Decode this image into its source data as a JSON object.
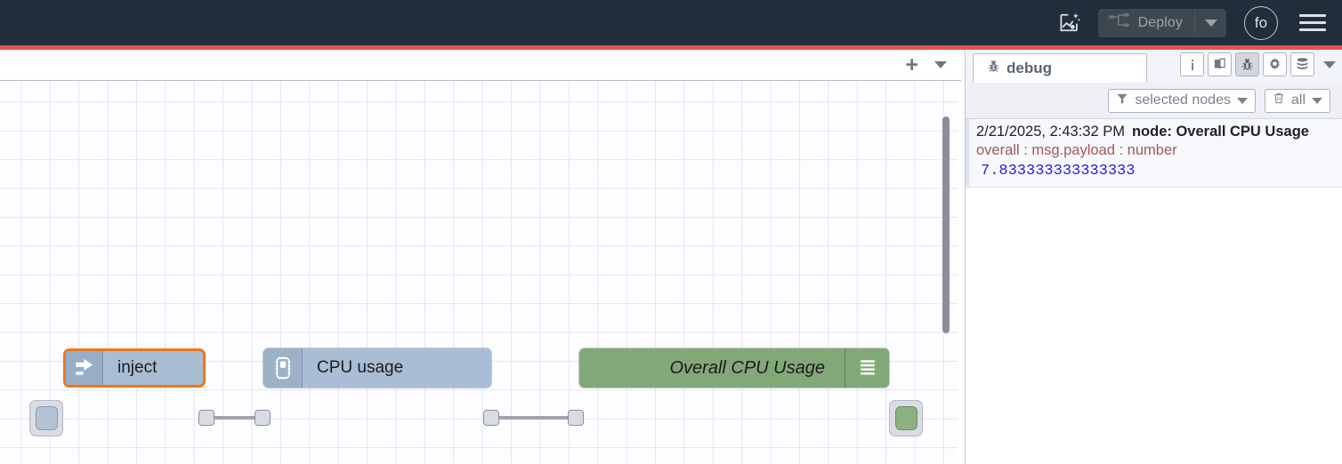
{
  "header": {
    "ai_icon": "ai-flow-sparkle-icon",
    "deploy_label": "Deploy",
    "deploy_icon": "deploy-nodes-icon",
    "avatar_initials": "fo",
    "menu_icon": "hamburger-menu-icon",
    "background_color": "#212D3B",
    "accent_bar_color": "#dd5454"
  },
  "workspace": {
    "tabbar": {
      "add_label": "+",
      "caret_icon": "chevron-down-icon"
    },
    "nodes": [
      {
        "id": "inject",
        "label": "inject",
        "icon": "inject-arrow-icon",
        "color": "#a9bdd4",
        "selected": true,
        "selection_color": "#ef7719",
        "has_button": true
      },
      {
        "id": "cpu",
        "label": "CPU usage",
        "icon": "cpu-chip-icon",
        "color": "#a9bdd4",
        "selected": false,
        "has_button": false
      },
      {
        "id": "debug",
        "label": "Overall CPU Usage",
        "icon": "debug-lines-icon",
        "color": "#83a878",
        "selected": false,
        "has_button": true,
        "button_active": true
      }
    ]
  },
  "sidebar": {
    "tab": {
      "label": "debug",
      "icon": "bug-icon"
    },
    "icon_buttons": [
      {
        "name": "info-icon",
        "glyph": "i",
        "active": false
      },
      {
        "name": "help-book-icon",
        "glyph": "book",
        "active": false
      },
      {
        "name": "debug-bug-icon",
        "glyph": "bug",
        "active": true
      },
      {
        "name": "config-gear-icon",
        "glyph": "gear",
        "active": false
      },
      {
        "name": "context-data-icon",
        "glyph": "stack",
        "active": false
      }
    ],
    "icons_caret": "chevron-down-icon",
    "filters": {
      "node_filter_label": "selected nodes",
      "node_filter_icon": "filter-funnel-icon",
      "clear_label": "all",
      "clear_icon": "trash-icon"
    },
    "messages": [
      {
        "timestamp": "2/21/2025, 2:43:32 PM",
        "node": "node: Overall CPU Usage",
        "topic": "overall : msg.payload : number",
        "value": "7.833333333333333",
        "value_color": "#2222dd",
        "topic_color": "#a05a58"
      }
    ]
  }
}
